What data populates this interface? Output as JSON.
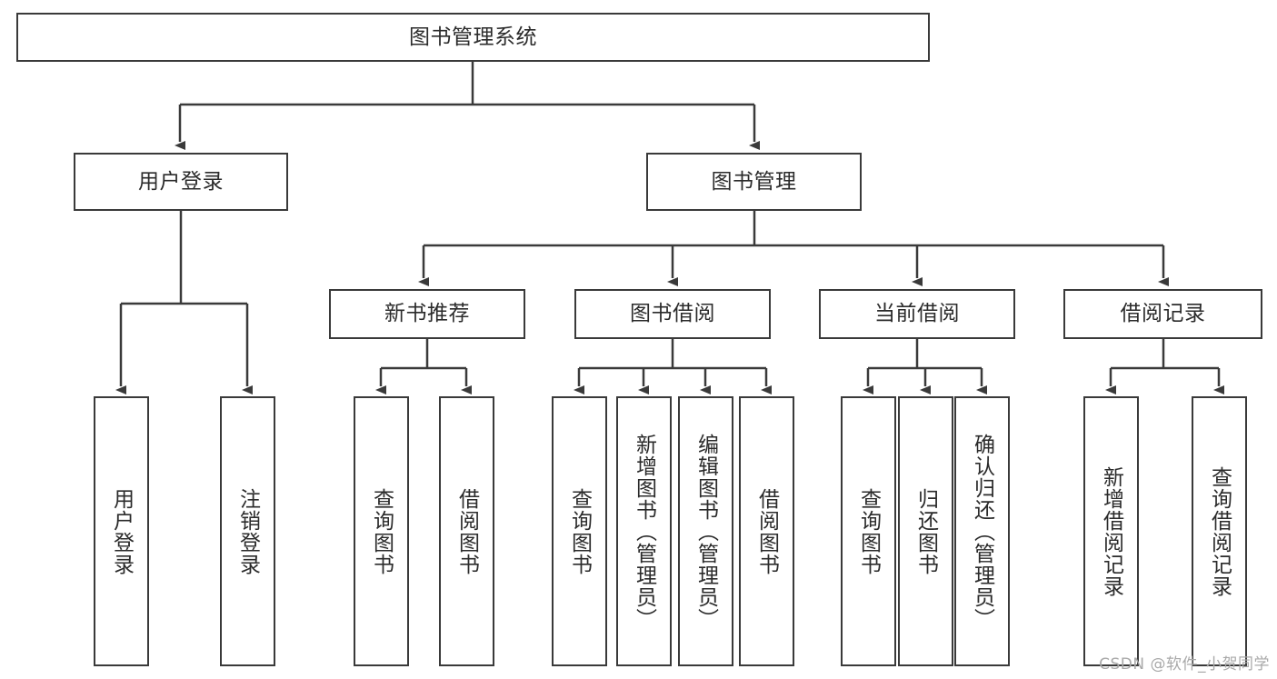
{
  "diagram": {
    "title": "图书管理系统",
    "type": "tree-hierarchy",
    "watermark": "CSDN @软件_小贺同学",
    "colors": {
      "stroke": "#3a3a3a",
      "fill": "#ffffff",
      "text": "#2b2b2b",
      "watermark": "#a9a9a9"
    },
    "nodes": {
      "root": {
        "label": "图书管理系统"
      },
      "level2": [
        {
          "id": "user-login",
          "label": "用户登录"
        },
        {
          "id": "book-management",
          "label": "图书管理"
        }
      ],
      "level3": [
        {
          "id": "new-book-recommend",
          "label": "新书推荐"
        },
        {
          "id": "book-borrow",
          "label": "图书借阅"
        },
        {
          "id": "current-borrow",
          "label": "当前借阅"
        },
        {
          "id": "borrow-record",
          "label": "借阅记录"
        }
      ],
      "leaves": {
        "user-login": [
          {
            "id": "leaf-user-login",
            "label": "用户登录"
          },
          {
            "id": "leaf-logout-login",
            "label": "注销登录"
          }
        ],
        "new-book-recommend": [
          {
            "id": "leaf-query-book-1",
            "label": "查询图书"
          },
          {
            "id": "leaf-borrow-book-1",
            "label": "借阅图书"
          }
        ],
        "book-borrow": [
          {
            "id": "leaf-query-book-2",
            "label": "查询图书"
          },
          {
            "id": "leaf-add-book",
            "label": "新增图书（管理员）"
          },
          {
            "id": "leaf-edit-book",
            "label": "编辑图书（管理员）"
          },
          {
            "id": "leaf-borrow-book-2",
            "label": "借阅图书"
          }
        ],
        "current-borrow": [
          {
            "id": "leaf-query-book-3",
            "label": "查询图书"
          },
          {
            "id": "leaf-return-book",
            "label": "归还图书"
          },
          {
            "id": "leaf-confirm-return",
            "label": "确认归还（管理员）"
          }
        ],
        "borrow-record": [
          {
            "id": "leaf-add-record",
            "label": "新增借阅记录"
          },
          {
            "id": "leaf-query-record",
            "label": "查询借阅记录"
          }
        ]
      }
    }
  }
}
